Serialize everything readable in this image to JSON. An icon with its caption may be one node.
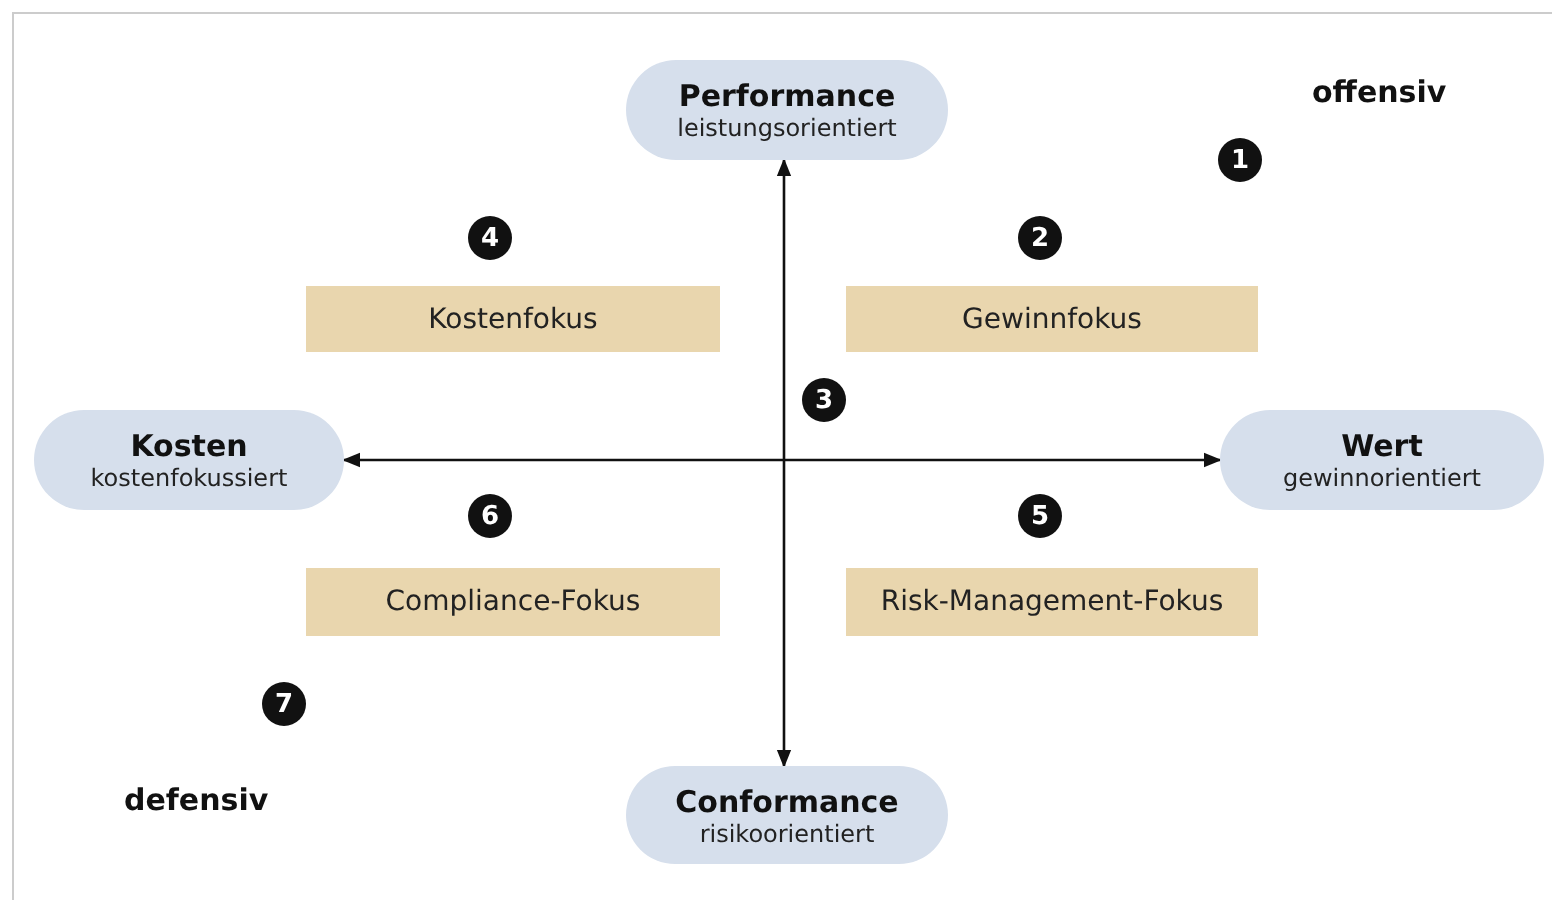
{
  "diagram": {
    "nodes": [
      {
        "text": [
          "Performance",
          "leistungsorientiert"
        ]
      },
      {
        "text": [
          "Kosten",
          "kostenfokussiert"
        ]
      },
      {
        "text": [
          "Wert",
          "gewinnorientiert"
        ]
      },
      {
        "text": [
          "Conformance",
          "risikoorientiert"
        ]
      },
      {
        "text": [
          "Kostenfokus"
        ]
      },
      {
        "text": [
          "Gewinnfokus"
        ]
      },
      {
        "text": [
          "Compliance-Fokus"
        ]
      },
      {
        "text": [
          "Risk-Management-Fokus"
        ]
      }
    ],
    "edges": [
      {
        "from": 0,
        "to": 3,
        "arrow": "both"
      },
      {
        "from": 1,
        "to": 2,
        "arrow": "both"
      }
    ],
    "labels": [
      "offensiv",
      "1",
      "4",
      "2",
      "3",
      "6",
      "5",
      "7",
      "defensiv"
    ]
  }
}
